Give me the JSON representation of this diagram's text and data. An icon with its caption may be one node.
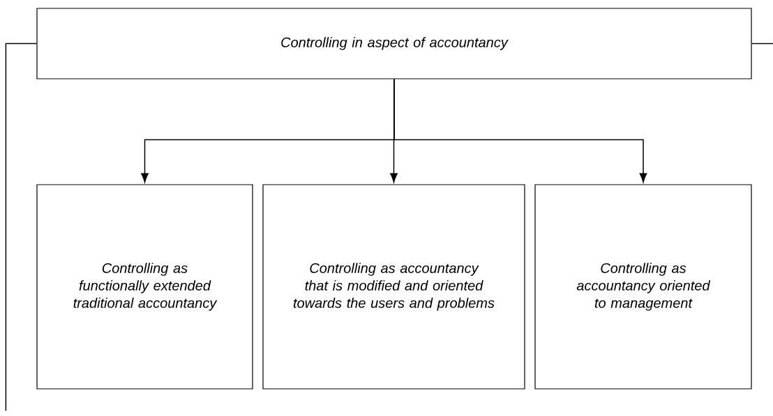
{
  "diagram": {
    "nodes": [
      {
        "text": [
          "Controlling in aspect of accountancy"
        ]
      },
      {
        "text": [
          "Controlling as functionally extended traditional accountancy"
        ]
      },
      {
        "text": [
          "Controlling as accountancy that is modified and oriented towards the users and problems"
        ]
      },
      {
        "text": [
          "Controlling as accountancy oriented to management"
        ]
      }
    ],
    "edges": [
      {
        "from": 0,
        "to": 1,
        "arrow": "to"
      },
      {
        "from": 0,
        "to": 2,
        "arrow": "to"
      },
      {
        "from": 0,
        "to": 3,
        "arrow": "to"
      },
      {
        "from": 0,
        "to": null,
        "arrow": "none"
      },
      {
        "from": 0,
        "to": null,
        "arrow": "none"
      }
    ]
  }
}
